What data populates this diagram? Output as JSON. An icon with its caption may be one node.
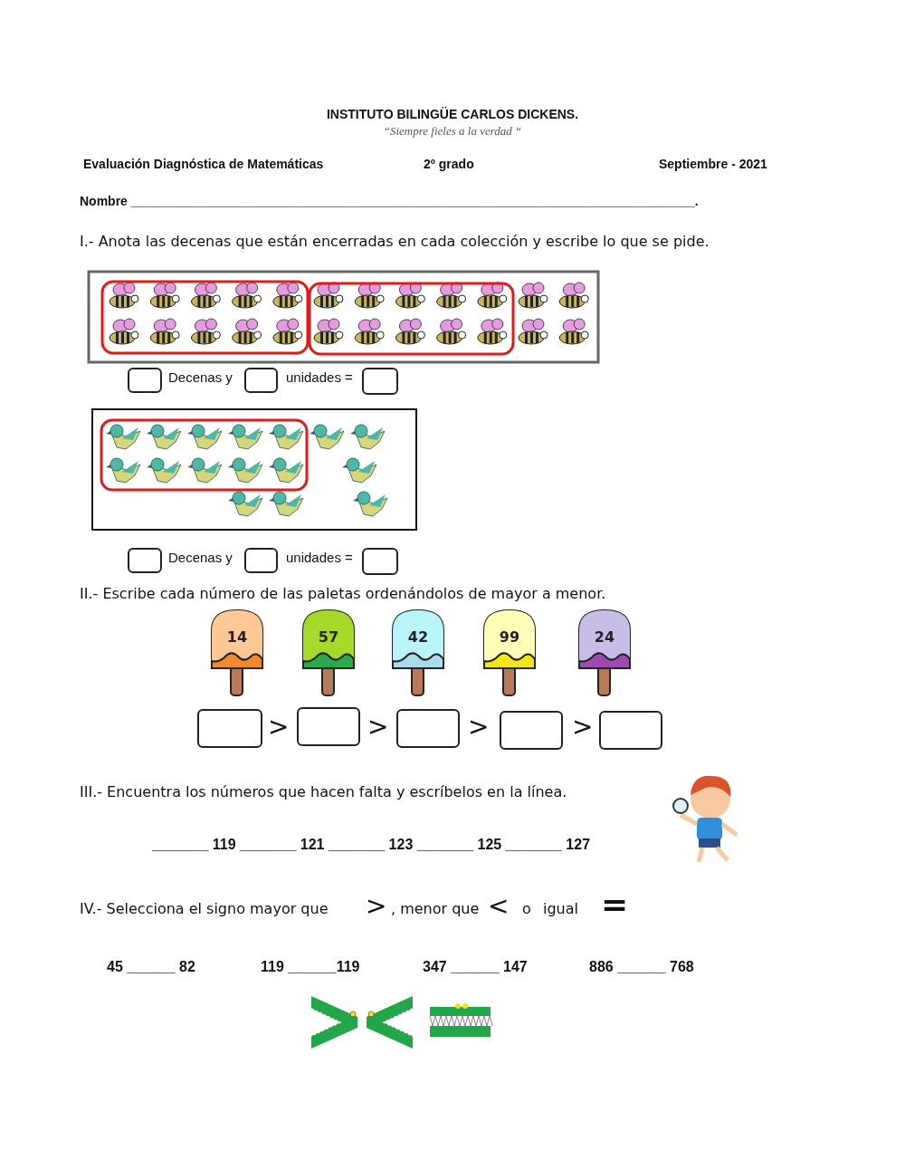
{
  "diagram": {
    "title": "INSTITUTO BILINGÜE CARLOS DICKENS.",
    "nodes": [
      {
        "text": [
          "14"
        ]
      },
      {
        "text": [
          "57"
        ]
      },
      {
        "text": [
          "42"
        ]
      },
      {
        "text": [
          "99"
        ]
      },
      {
        "text": [
          "24"
        ]
      }
    ],
    "labels": [
      "“Siempre fieles a la verdad “",
      "Evaluación Diagnóstica de Matemáticas",
      "2º grado",
      "Septiembre - 2021",
      "Nombre ________________________________________________________________________________.",
      "I.- Anota las decenas que están encerradas en cada colección y escribe lo que se pide.",
      "Decenas y",
      "unidades =",
      "Decenas y",
      "unidades =",
      "II.- Escribe cada número de las paletas ordenándolos de mayor a menor.",
      ">",
      ">",
      ">",
      ">",
      "III.- Encuentra los números que hacen falta y escríbelos en la línea.",
      "_______ 119 _______ 121 _______ 123 _______ 125 _______ 127",
      "IV.- Selecciona el signo mayor que",
      ">",
      ", menor que",
      "<",
      "o",
      "igual",
      "=",
      "45 ______ 82",
      "119 ______119",
      "347 ______ 147",
      "886 ______ 768"
    ]
  }
}
